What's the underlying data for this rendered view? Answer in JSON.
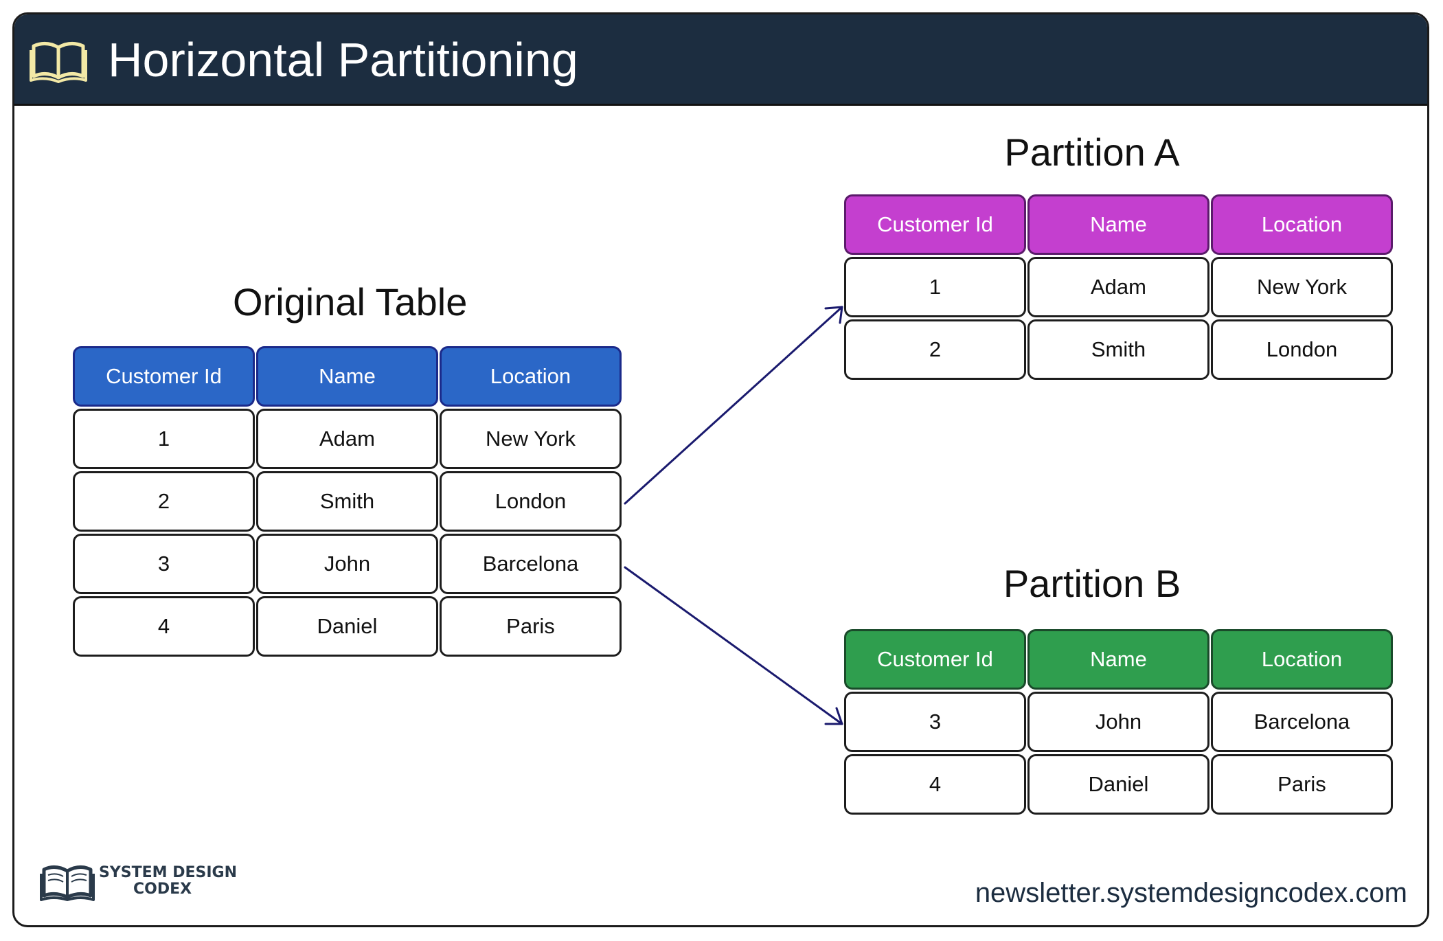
{
  "header": {
    "title": "Horizontal Partitioning",
    "icon": "book-icon"
  },
  "original": {
    "title": "Original Table",
    "columns": [
      "Customer Id",
      "Name",
      "Location"
    ],
    "rows": [
      [
        "1",
        "Adam",
        "New York"
      ],
      [
        "2",
        "Smith",
        "London"
      ],
      [
        "3",
        "John",
        "Barcelona"
      ],
      [
        "4",
        "Daniel",
        "Paris"
      ]
    ],
    "header_color": "#2b67c7"
  },
  "partition_a": {
    "title": "Partition A",
    "columns": [
      "Customer Id",
      "Name",
      "Location"
    ],
    "rows": [
      [
        "1",
        "Adam",
        "New York"
      ],
      [
        "2",
        "Smith",
        "London"
      ]
    ],
    "header_color": "#c43fcf"
  },
  "partition_b": {
    "title": "Partition B",
    "columns": [
      "Customer Id",
      "Name",
      "Location"
    ],
    "rows": [
      [
        "3",
        "John",
        "Barcelona"
      ],
      [
        "4",
        "Daniel",
        "Paris"
      ]
    ],
    "header_color": "#2f9e4e"
  },
  "footer": {
    "logo_line1": "SYSTEM DESIGN",
    "logo_line2": "CODEX",
    "url": "newsletter.systemdesigncodex.com"
  },
  "colors": {
    "header_bg": "#1c2d40",
    "arrow": "#1a1a6e"
  }
}
